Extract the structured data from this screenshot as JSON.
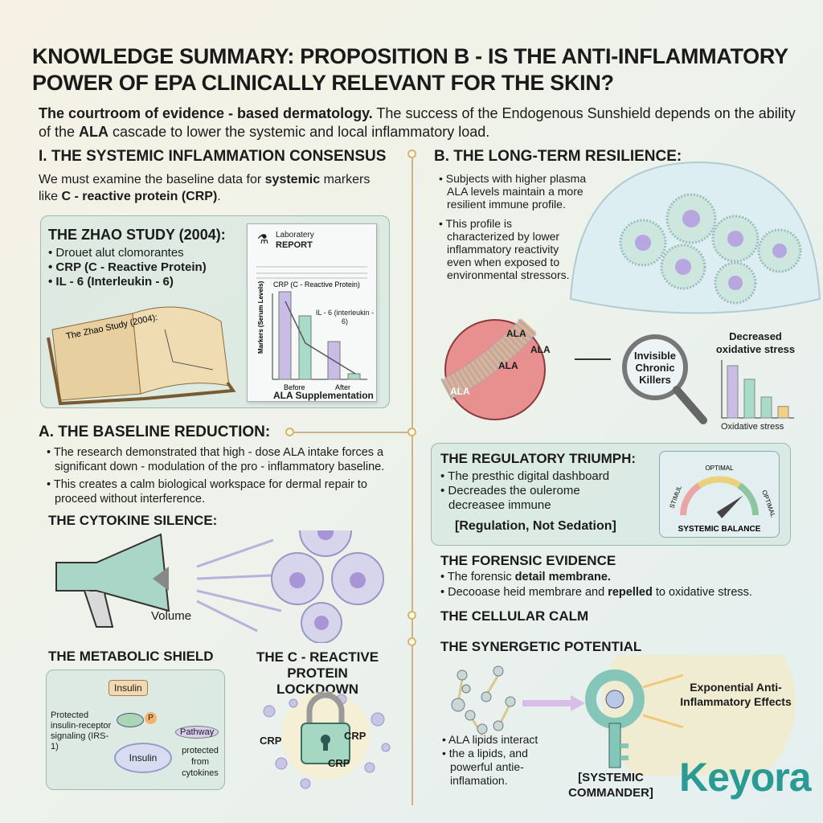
{
  "header": {
    "title": "KNOWLEDGE SUMMARY: PROPOSITION B - IS THE ANTI-INFLAMMATORY POWER OF EPA CLINICALLY RELEVANT FOR THE SKIN?",
    "subtitle_bold": "The courtroom of evidence - based dermatology.",
    "subtitle_a": " The success of the Endogenous Sunshield depends on the ability of the ",
    "subtitle_bold2": "ALA",
    "subtitle_b": " cascade to lower the systemic and local inflammatory load."
  },
  "systemic": {
    "heading": "I. THE SYSTEMIC INFLAMMATION CONSENSUS",
    "text_a": "We must examine the baseline data for ",
    "text_bold": "systemic",
    "text_b": " markers like ",
    "text_bold2": "C - reactive protein (CRP)",
    "text_c": "."
  },
  "zhao": {
    "heading": "THE ZHAO STUDY (2004):",
    "bullets": [
      "Drouet alut clomorantes",
      "CRP (C - Reactive Protein)",
      "IL - 6 (Interleukin - 6)"
    ],
    "book_title": "The Zhao Study (2004):",
    "report": {
      "label_small": "Laboratery",
      "label_big": "REPORT",
      "series1": "CRP (C - Reactive Protein)",
      "series2": "IL - 6 (interleukin - 6)",
      "ylabel": "Markers (Serum Levels)",
      "x_before": "Before",
      "x_after": "After",
      "xlabel": "ALA Supplementation"
    }
  },
  "baseline": {
    "heading": "A. THE BASELINE REDUCTION:",
    "bullets": [
      "The research demonstrated that high - dose ALA intake forces a significant down - modulation of the pro - inflammatory baseline.",
      "This creates a calm biological workspace for dermal repair to proceed without interference."
    ]
  },
  "cytokine": {
    "heading": "THE CYTOKINE SILENCE:",
    "volume": "Volume"
  },
  "metabolic": {
    "heading": "THE METABOLIC SHIELD",
    "insulin_top": "Insulin",
    "p": "P",
    "protected": "Protected insulin-receptor signaling (IRS-1)",
    "insulin_cell": "Insulin",
    "pathway": "Pathway",
    "pathway_note": "protected from cytokines"
  },
  "crp_lock": {
    "heading": "THE C - REACTIVE PROTEIN LOCKDOWN",
    "labels": [
      "CRP",
      "CRP",
      "CRP"
    ]
  },
  "resilience": {
    "heading": "B. THE LONG-TERM RESILIENCE:",
    "bullets": [
      "Subjects with higher plasma ALA levels maintain a more resilient immune profile.",
      "This profile is characterized by lower inflammatory reactivity even when exposed to environmental stressors."
    ]
  },
  "membrane": {
    "labels": [
      "ALA",
      "ALA",
      "ALA",
      "ALA"
    ]
  },
  "magnifier": {
    "text": "Invisible Chronic Killers"
  },
  "oxidative": {
    "title": "Decreased oxidative stress",
    "xlabel": "Oxidative stress",
    "values": [
      100,
      74,
      40,
      22
    ],
    "colors": [
      "#c9bde6",
      "#a8dcc8",
      "#a8dcc8",
      "#f3cf86"
    ]
  },
  "regulatory": {
    "heading": "THE REGULATORY TRIUMPH:",
    "bullets": [
      "The presthic digital dashboard",
      "Decreades the oulerome decreasee immune"
    ],
    "tagline": "[Regulation, Not Sedation]",
    "gauge": {
      "top": "OPTIMAL",
      "left": "STIMUL",
      "right": "OPTIMAL",
      "label": "SYSTEMIC BALANCE",
      "value": 0.78
    }
  },
  "forensic": {
    "heading": "THE FORENSIC EVIDENCE",
    "b1_a": "The forensic ",
    "b1_bold": "detail membrane.",
    "b2_a": "Decooase heid membrare and ",
    "b2_bold": "repelled",
    "b2_b": " to oxidative stress."
  },
  "calm": {
    "heading": "THE CELLULAR CALM"
  },
  "synergetic": {
    "heading": "THE SYNERGETIC POTENTIAL",
    "bullets": [
      "ALA lipids interact",
      "the a lipids, and powerful antie-inflamation."
    ],
    "commander": "[SYSTEMIC COMMANDER]",
    "effects": "Exponential Anti-Inflammatory Effects"
  },
  "logo": {
    "text": "Keyora",
    "color": "#2a9a94"
  }
}
